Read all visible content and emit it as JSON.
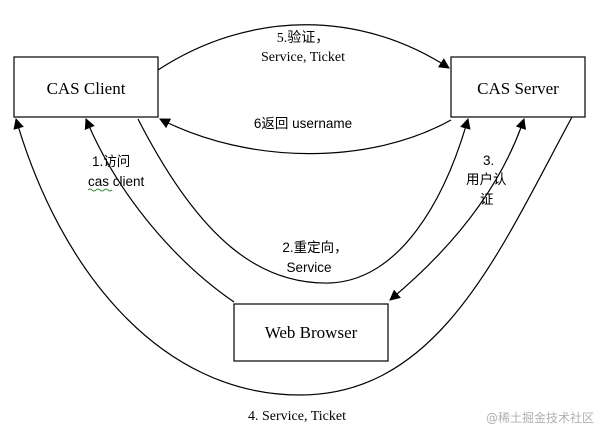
{
  "nodes": {
    "cas_client": "CAS Client",
    "cas_server": "CAS Server",
    "web_browser": "Web Browser"
  },
  "edges": {
    "step5_line1": "5.验证，",
    "step5_line2": "Service, Ticket",
    "step6": "6返回 username",
    "step1_line1": "1.访问",
    "step1_line2": "cas client",
    "step2_line1": "2.重定向，",
    "step2_line2": "Service",
    "step3_line1": "3.",
    "step3_line2": "用户认",
    "step3_line3": "证",
    "step4": "4. Service, Ticket"
  },
  "watermark": "@稀土掘金技术社区",
  "colors": {
    "line": "#000000",
    "background": "#ffffff",
    "spellcheck_underline": "#3a8a3a",
    "watermark": "#b0b0b0"
  }
}
